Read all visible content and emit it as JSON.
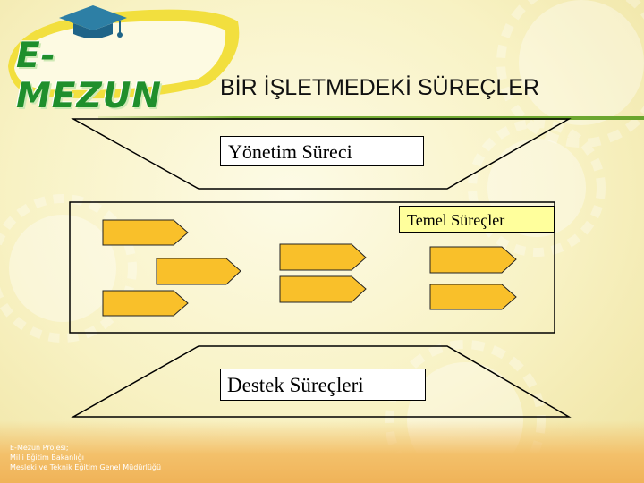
{
  "logo": {
    "text": "E-MEZUN"
  },
  "title": "BİR İŞLETMEDEKİ SÜREÇLER",
  "labels": {
    "management": "Yönetim Süreci",
    "core": "Temel Süreçler",
    "support": "Destek Süreçleri"
  },
  "footer": {
    "lines": [
      "E-Mezun Projesi;",
      "Milli Eğitim Bakanlığı",
      "Mesleki ve Teknik Eğitim Genel Müdürlüğü"
    ]
  },
  "colors": {
    "arrow_fill": "#f9c02a",
    "label_core_bg": "#ffff9c",
    "logo_green": "#1f8f2c",
    "rule_green": "#6aa52e",
    "footer_orange": "#f0b358"
  },
  "icons": [
    "graduation-cap-icon"
  ]
}
